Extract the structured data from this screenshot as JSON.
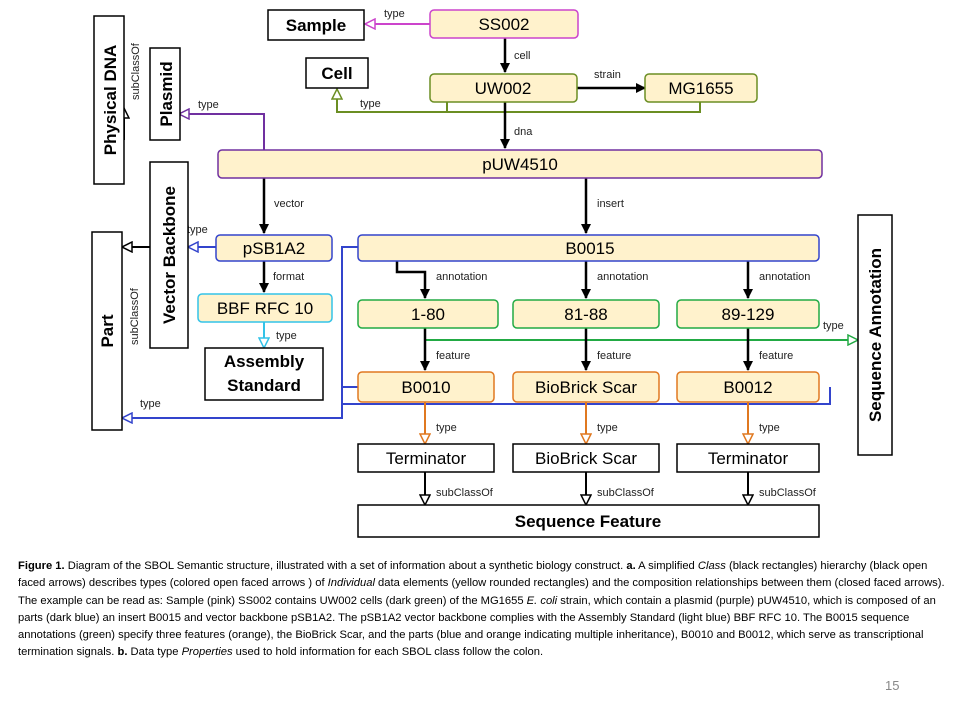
{
  "classes": {
    "sample": "Sample",
    "cell": "Cell",
    "physical_dna": "Physical DNA",
    "plasmid": "Plasmid",
    "vector_backbone": "Vector Backbone",
    "part": "Part",
    "assembly_standard_line1": "Assembly",
    "assembly_standard_line2": "Standard",
    "sequence_annotation": "Sequence Annotation",
    "terminator_1": "Terminator",
    "biobrick_scar_class": "BioBrick Scar",
    "terminator_2": "Terminator",
    "sequence_feature": "Sequence Feature"
  },
  "individuals": {
    "ss002": "SS002",
    "uw002": "UW002",
    "mg1655": "MG1655",
    "puw4510": "pUW4510",
    "psb1a2": "pSB1A2",
    "b0015": "B0015",
    "bbf_rfc10": "BBF RFC 10",
    "anno_1_80": "1-80",
    "anno_81_88": "81-88",
    "anno_89_129": "89-129",
    "b0010": "B0010",
    "biobrick_scar_ind": "BioBrick Scar",
    "b0012": "B0012"
  },
  "edges": {
    "type": "type",
    "cell": "cell",
    "strain": "strain",
    "dna": "dna",
    "vector": "vector",
    "insert": "insert",
    "format": "format",
    "annotation": "annotation",
    "feature": "feature",
    "subclassof": "subClassOf"
  },
  "colors": {
    "individual_fill": "#FFF2CC",
    "sample_type": "#CC44CC",
    "cell_type": "#6B8E23",
    "plasmid_type": "#7030A0",
    "part_type": "#3344CC",
    "assembly_type": "#33C3E8",
    "annotation_type": "#22AA44",
    "feature_type": "#E07820",
    "border_ss002": "#CC44CC",
    "border_cell": "#6B8E23",
    "border_puw4510": "#7030A0",
    "border_part": "#3344CC",
    "border_bbf": "#33C3E8",
    "border_annotation": "#22AA44",
    "border_feature": "#E07820"
  },
  "caption": {
    "fig_label": "Figure 1.",
    "part1": " Diagram of the SBOL Semantic structure, illustrated with a set of information about a synthetic biology construct.  ",
    "a_label": "a.",
    "part2": " A simplified ",
    "class_word": "Class",
    "part3": " (black rectangles) hierarchy (black open faced arrows) describes types (colored open faced arrows ) of ",
    "individual_word": "Individual",
    "part4": " data elements (yellow rounded rectangles) and the composition relationships between them (closed faced arrows).  The example can be read as: Sample (pink) SS002 contains UW002 cells (dark green) of the MG1655 ",
    "ecoli": "E. coli",
    "part5": " strain, which contain a plasmid  (purple) pUW4510, which is composed of an parts (dark blue) an insert B0015  and vector backbone pSB1A2.  The pSB1A2 vector backbone complies with the Assembly Standard  (light blue) BBF RFC 10.   The B0015  sequence annotations (green) specify three features (orange), the  BioBrick Scar, and the parts (blue and orange indicating multiple inheritance), B0010  and B0012,  which serve as transcriptional termination signals.   ",
    "b_label": "b.",
    "part6": " Data type ",
    "properties_word": "Properties",
    "part7": " used to hold information for each SBOL class follow the colon."
  },
  "page_number": "15"
}
